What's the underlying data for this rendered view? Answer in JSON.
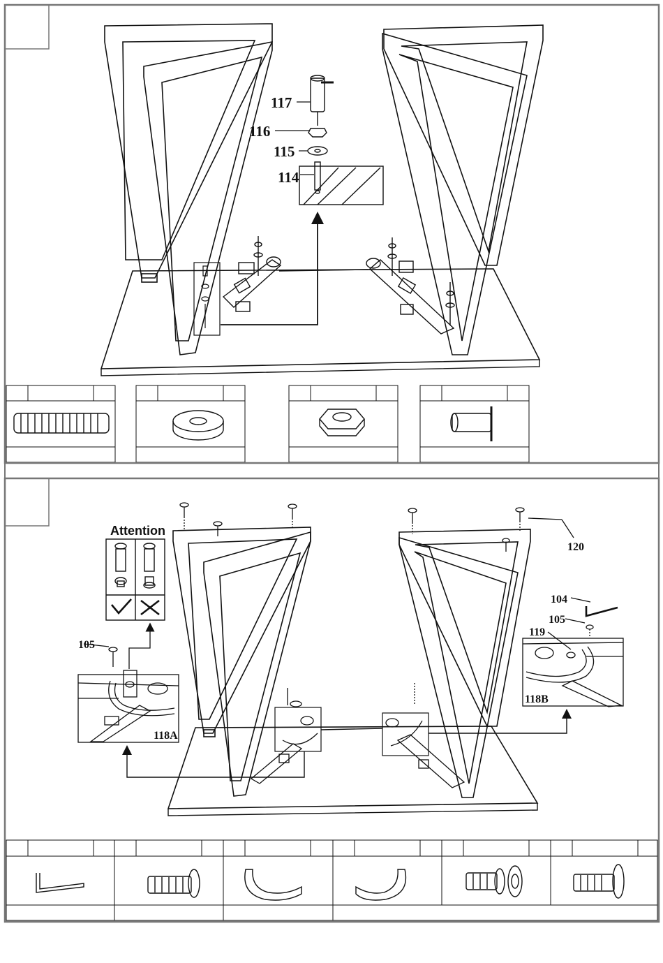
{
  "step1": {
    "callouts": [
      "117",
      "116",
      "115",
      "114"
    ],
    "parts_table": [
      {
        "name": "threaded-rod",
        "number": "",
        "qty": ""
      },
      {
        "name": "washer",
        "number": "",
        "qty": ""
      },
      {
        "name": "hex-nut",
        "number": "",
        "qty": ""
      },
      {
        "name": "barrel-connector",
        "number": "",
        "qty": ""
      }
    ]
  },
  "step2": {
    "attention": "Attention",
    "callouts": {
      "left_screw": "105",
      "left_detail": "118A",
      "top_right": "120",
      "wrench": "104",
      "right_screw": "105",
      "right_cam": "119",
      "right_detail": "118B"
    },
    "check_icon": "check-icon",
    "cross_icon": "cross-icon",
    "parts_table": [
      {
        "name": "allen-key",
        "number": "",
        "qty": ""
      },
      {
        "name": "long-bolt",
        "number": "",
        "qty": ""
      },
      {
        "name": "bracket-left",
        "number": "",
        "qty": ""
      },
      {
        "name": "bracket-right",
        "number": "",
        "qty": ""
      },
      {
        "name": "cam-bolt",
        "number": "",
        "qty": ""
      },
      {
        "name": "short-bolt",
        "number": "",
        "qty": ""
      }
    ]
  }
}
